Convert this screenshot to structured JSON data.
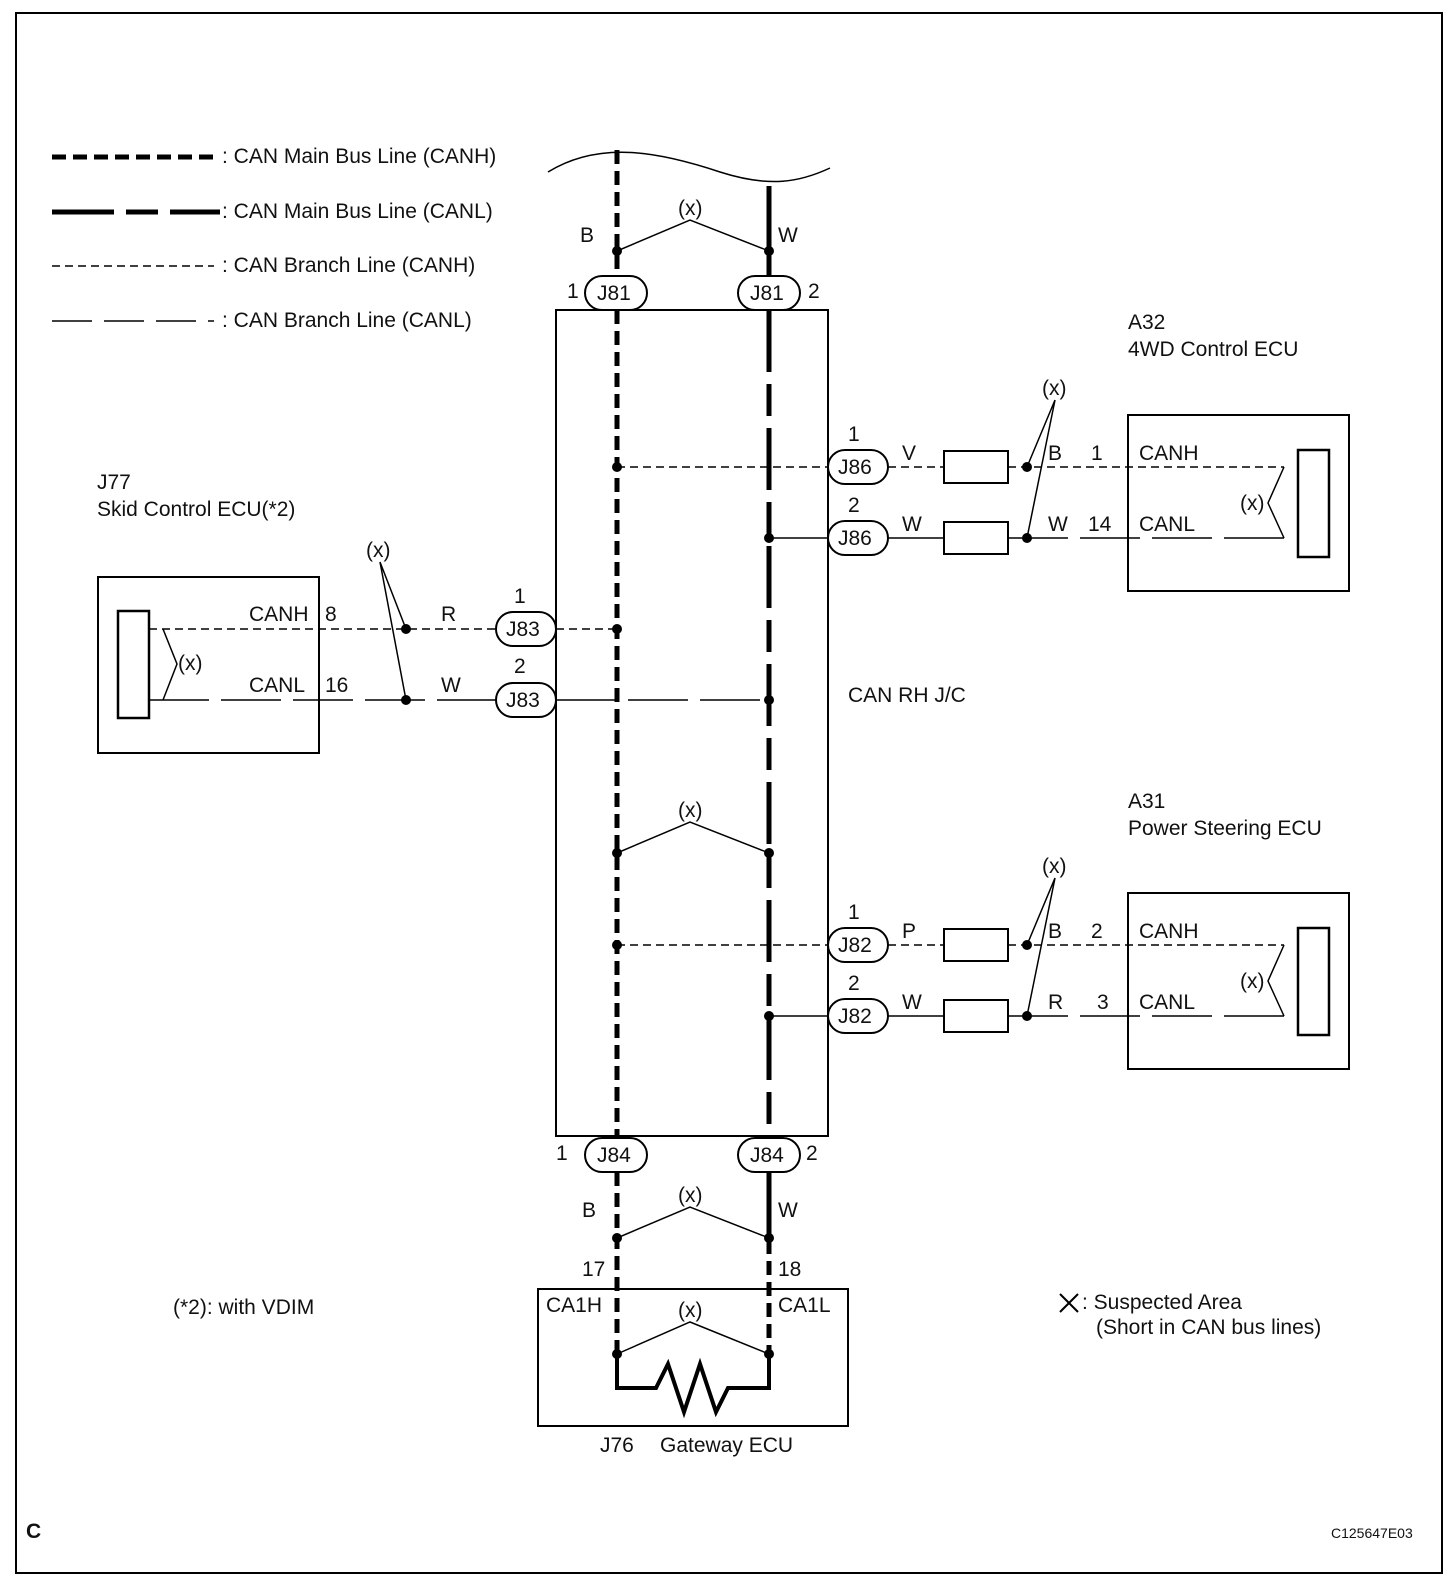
{
  "legend": {
    "main_canh": ": CAN Main Bus Line (CANH)",
    "main_canl": ": CAN Main Bus Line (CANL)",
    "branch_canh": ": CAN Branch Line (CANH)",
    "branch_canl": ": CAN Branch Line (CANL)"
  },
  "suspect_mark": "(x)",
  "top": {
    "wire_h": "B",
    "wire_l": "W",
    "conn": "J81",
    "pin_h": "1",
    "pin_l": "2"
  },
  "junction": {
    "label": "CAN RH J/C"
  },
  "bottom": {
    "conn": "J84",
    "pin_h": "1",
    "pin_l": "2",
    "wire_h": "B",
    "wire_l": "W",
    "ecu_pin_h": "17",
    "ecu_pin_l": "18",
    "ecu_term_h": "CA1H",
    "ecu_term_l": "CA1L",
    "ecu_code": "J76",
    "ecu_name": "Gateway ECU"
  },
  "left_ecu": {
    "code": "J77",
    "name": "Skid Control ECU(*2)",
    "canh": "CANH",
    "canl": "CANL",
    "pin_h": "8",
    "pin_l": "16",
    "wire_h": "R",
    "wire_l": "W",
    "conn": "J83",
    "conn_pin_h": "1",
    "conn_pin_l": "2"
  },
  "ecu_4wd": {
    "code": "A32",
    "name": "4WD Control ECU",
    "conn": "J86",
    "conn_pin_h": "1",
    "conn_pin_l": "2",
    "wire_jc_h": "V",
    "wire_jc_l": "W",
    "wire_ecu_h": "B",
    "wire_ecu_l": "W",
    "pin_h": "1",
    "pin_l": "14",
    "canh": "CANH",
    "canl": "CANL"
  },
  "ecu_ps": {
    "code": "A31",
    "name": "Power Steering ECU",
    "conn": "J82",
    "conn_pin_h": "1",
    "conn_pin_l": "2",
    "wire_jc_h": "P",
    "wire_jc_l": "W",
    "wire_ecu_h": "B",
    "wire_ecu_l": "R",
    "pin_h": "2",
    "pin_l": "3",
    "canh": "CANH",
    "canl": "CANL"
  },
  "footnote": "(*2): with VDIM",
  "suspected": {
    "line1": ": Suspected Area",
    "line2": "(Short in CAN bus lines)"
  },
  "corner_letter": "C",
  "figure_code": "C125647E03"
}
